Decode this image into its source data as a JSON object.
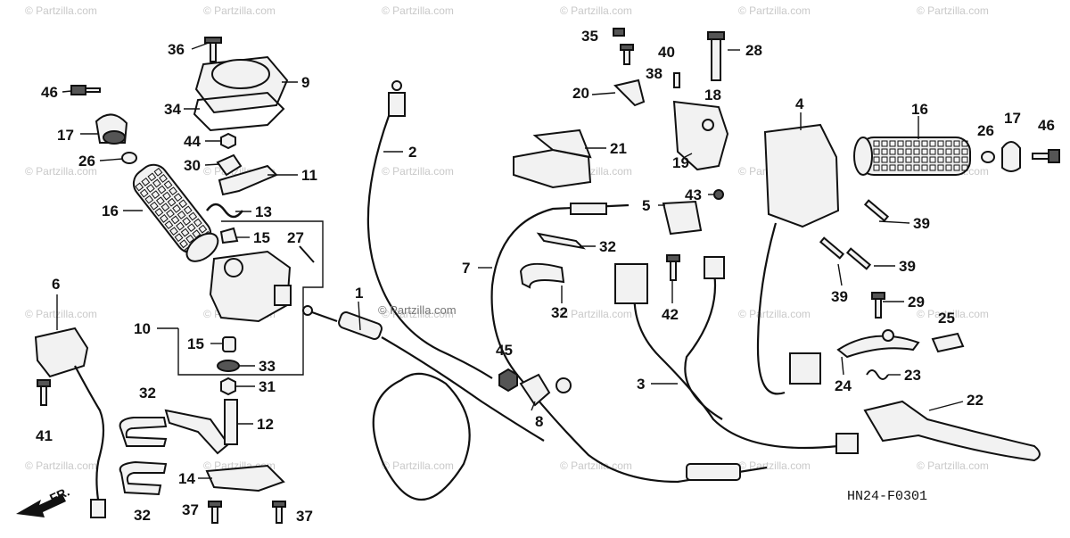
{
  "watermark_text": "© Partzilla.com",
  "center_watermark": "© Partzilla.com",
  "figure_code": "HN24-F0301",
  "direction_label": "FR.",
  "callouts": [
    {
      "id": "c36",
      "text": "36"
    },
    {
      "id": "c9",
      "text": "9"
    },
    {
      "id": "c34",
      "text": "34"
    },
    {
      "id": "c46a",
      "text": "46"
    },
    {
      "id": "c17a",
      "text": "17"
    },
    {
      "id": "c26a",
      "text": "26"
    },
    {
      "id": "c44",
      "text": "44"
    },
    {
      "id": "c30",
      "text": "30"
    },
    {
      "id": "c11",
      "text": "11"
    },
    {
      "id": "c16a",
      "text": "16"
    },
    {
      "id": "c13",
      "text": "13"
    },
    {
      "id": "c15a",
      "text": "15"
    },
    {
      "id": "c27",
      "text": "27"
    },
    {
      "id": "c10",
      "text": "10"
    },
    {
      "id": "c15b",
      "text": "15"
    },
    {
      "id": "c33",
      "text": "33"
    },
    {
      "id": "c31",
      "text": "31"
    },
    {
      "id": "c12",
      "text": "12"
    },
    {
      "id": "c6",
      "text": "6"
    },
    {
      "id": "c41",
      "text": "41"
    },
    {
      "id": "c32a",
      "text": "32"
    },
    {
      "id": "c32b",
      "text": "32"
    },
    {
      "id": "c14",
      "text": "14"
    },
    {
      "id": "c37a",
      "text": "37"
    },
    {
      "id": "c37b",
      "text": "37"
    },
    {
      "id": "c2",
      "text": "2"
    },
    {
      "id": "c1",
      "text": "1"
    },
    {
      "id": "c45",
      "text": "45"
    },
    {
      "id": "c8",
      "text": "8"
    },
    {
      "id": "c7",
      "text": "7"
    },
    {
      "id": "c35",
      "text": "35"
    },
    {
      "id": "c40",
      "text": "40"
    },
    {
      "id": "c38",
      "text": "38"
    },
    {
      "id": "c20",
      "text": "20"
    },
    {
      "id": "c18",
      "text": "18"
    },
    {
      "id": "c21",
      "text": "21"
    },
    {
      "id": "c19",
      "text": "19"
    },
    {
      "id": "c28",
      "text": "28"
    },
    {
      "id": "c43",
      "text": "43"
    },
    {
      "id": "c5",
      "text": "5"
    },
    {
      "id": "c32c",
      "text": "32"
    },
    {
      "id": "c32d",
      "text": "32"
    },
    {
      "id": "c42",
      "text": "42"
    },
    {
      "id": "c3",
      "text": "3"
    },
    {
      "id": "c4",
      "text": "4"
    },
    {
      "id": "c16b",
      "text": "16"
    },
    {
      "id": "c26b",
      "text": "26"
    },
    {
      "id": "c17b",
      "text": "17"
    },
    {
      "id": "c46b",
      "text": "46"
    },
    {
      "id": "c39a",
      "text": "39"
    },
    {
      "id": "c39b",
      "text": "39"
    },
    {
      "id": "c39c",
      "text": "39"
    },
    {
      "id": "c29",
      "text": "29"
    },
    {
      "id": "c25",
      "text": "25"
    },
    {
      "id": "c24",
      "text": "24"
    },
    {
      "id": "c23",
      "text": "23"
    },
    {
      "id": "c22",
      "text": "22"
    }
  ]
}
